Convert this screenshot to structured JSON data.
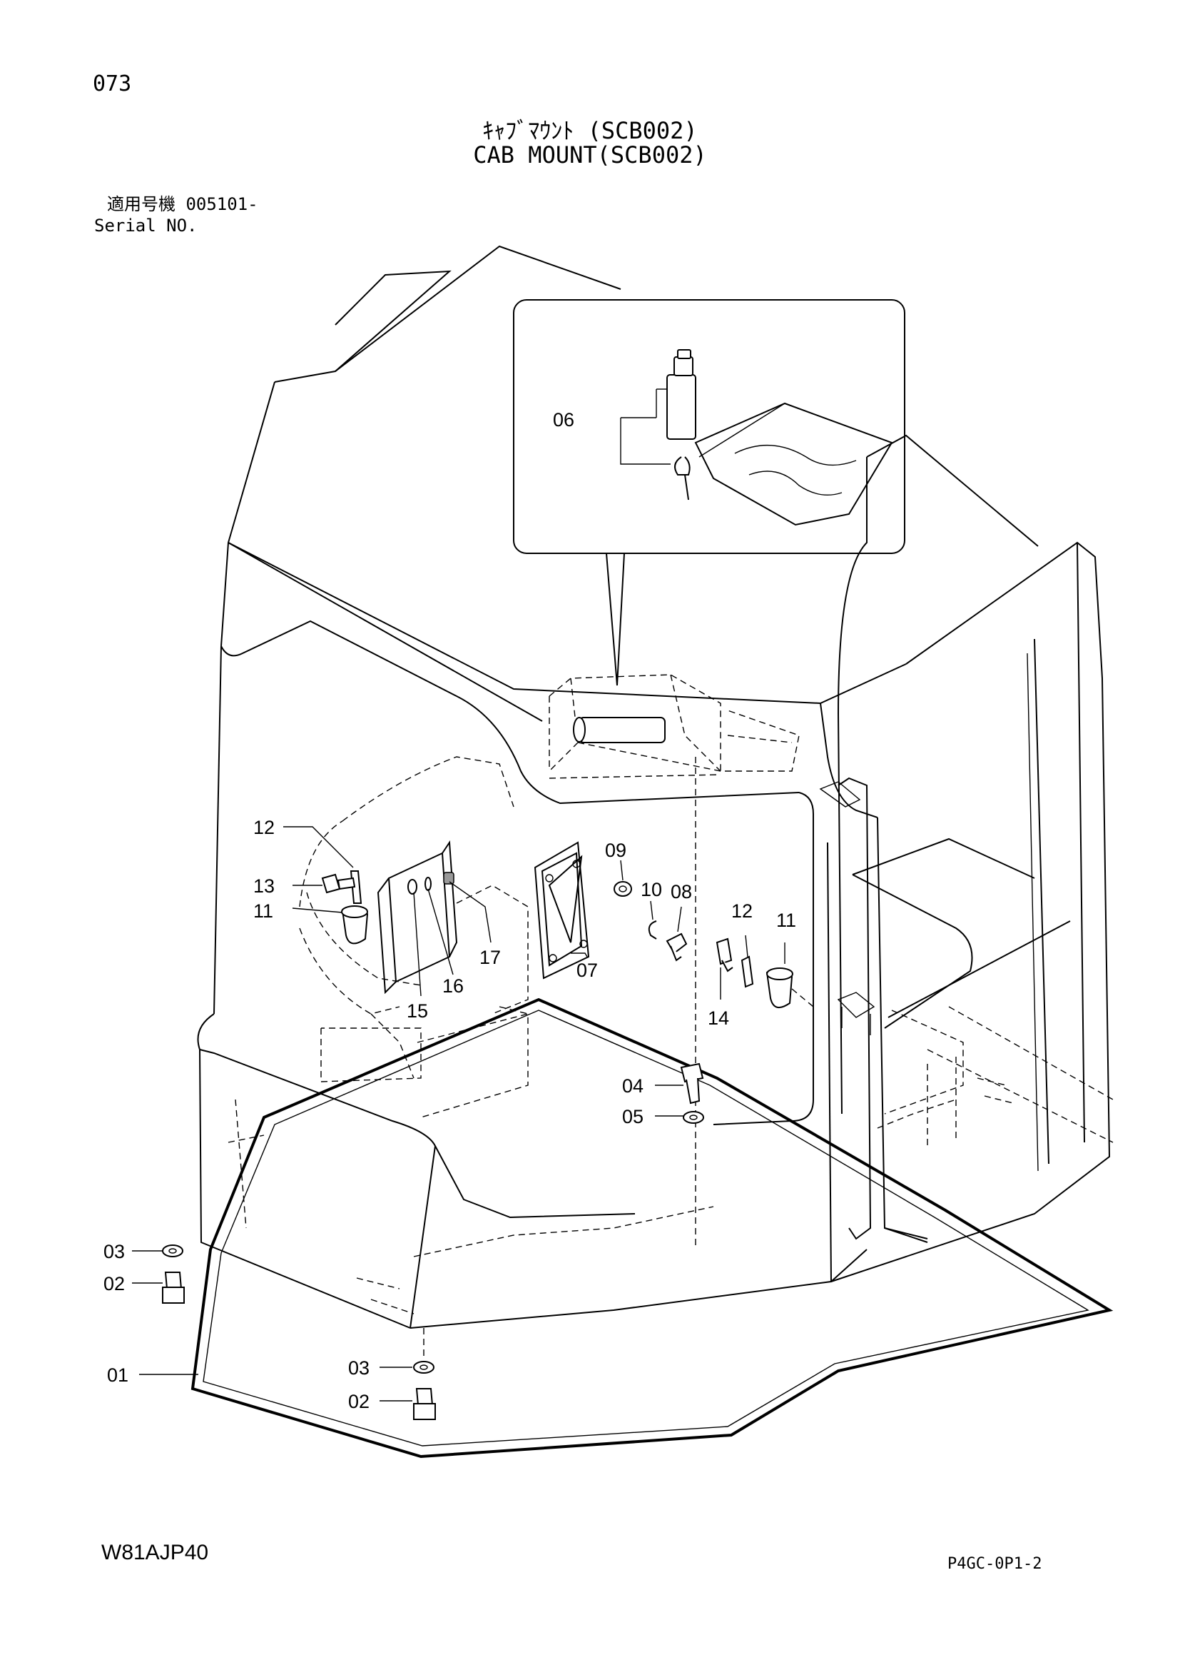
{
  "header": {
    "page_number": "073",
    "title_jp": "ｷｬﾌﾞﾏｳﾝﾄ (SCB002)",
    "title_en": "CAB MOUNT(SCB002)",
    "serial_label_jp": "適用号機 005101-",
    "serial_label_en": "Serial NO."
  },
  "footer": {
    "reference_code": "W81AJP40",
    "sheet_code": "P4GC-0P1-2"
  },
  "callouts": {
    "c06": "06",
    "c12a": "12",
    "c13": "13",
    "c11a": "11",
    "c09": "09",
    "c10": "10",
    "c08": "08",
    "c12b": "12",
    "c11b": "11",
    "c17": "17",
    "c07": "07",
    "c15": "15",
    "c16": "16",
    "c14": "14",
    "c04": "04",
    "c05": "05",
    "c03a": "03",
    "c02a": "02",
    "c01": "01",
    "c03b": "03",
    "c02b": "02"
  }
}
